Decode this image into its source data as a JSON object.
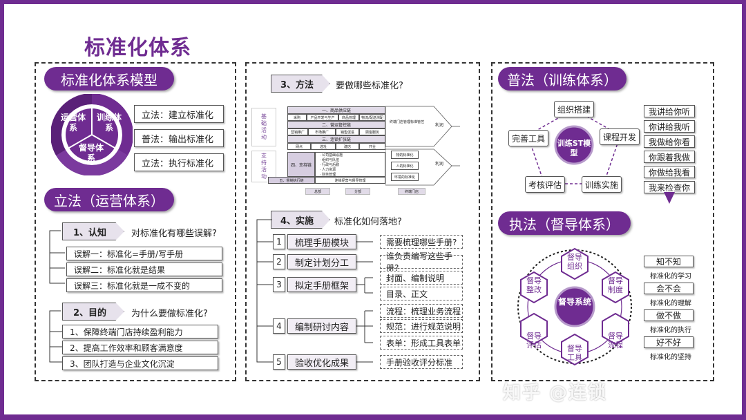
{
  "title": "标准化体系",
  "colors": {
    "accent": "#6f2c91",
    "light": "#e7e2ec"
  },
  "left": {
    "model_title": "标准化体系模型",
    "cycle": [
      "运营体系",
      "训练体系",
      "督导体系"
    ],
    "cycle_boxes": [
      "立法：建立标准化",
      "普法：输出标准化",
      "立法：执行标准化"
    ],
    "legislation_title": "立法（运营体系）",
    "step1": {
      "tag": "1、认知",
      "question": "对标准化有哪些误解?",
      "items": [
        "误解一：标准化=手册/写手册",
        "误解二：标准化就是结果",
        "误解三：标准化就是一成不变的"
      ]
    },
    "step2": {
      "tag": "2、目的",
      "question": "为什么要做标准化?",
      "items": [
        "1、保障终端门店持续盈利能力",
        "2、提高工作效率和顾客满意度",
        "3、团队打造与企业文化沉淀"
      ]
    }
  },
  "middle": {
    "step3": {
      "tag": "3、方法",
      "question": "要做哪些标准化?"
    },
    "diagram": {
      "side_labels": [
        "基础活动",
        "支持活动"
      ],
      "rows": [
        "一、商品供应链",
        "二、营运管控链",
        "三、连锁扩张链"
      ],
      "row1_cells": [
        "采购",
        "产品开发与生产",
        "商品管理",
        "物流/配送测配"
      ],
      "row2_cells": [
        "营销推广",
        "市场推广",
        "销售促进",
        "顾客服务"
      ],
      "row3_cells": [
        "网点",
        "选址",
        "建店",
        "开业"
      ],
      "support": "四、支持链",
      "support_items": [
        "· 公司基础设施",
        "· 组织与队伍",
        "· 行政与后勤",
        "· 人力资源",
        "· 财务管理"
      ],
      "row5": "五、督制执行链",
      "row5_text": "连锁经营与督导管理",
      "terminal": "终端门店管理标准管控",
      "side_items": [
        "物的标准化",
        "人的标准化",
        "环境的标准化"
      ],
      "profit": "利润",
      "bottom": [
        "总部",
        "分部",
        "终端门店"
      ]
    },
    "step4": {
      "tag": "4、实施",
      "question": "标准化如何落地?"
    },
    "steps": [
      {
        "num": "1",
        "label": "梳理手册模块",
        "details": [
          "需要梳理哪些手册?"
        ]
      },
      {
        "num": "2",
        "label": "制定计划分工",
        "details": [
          "谁负责编写这些手册?"
        ]
      },
      {
        "num": "3",
        "label": "拟定手册框架",
        "details": [
          "封面、编制说明",
          "目录、正文"
        ]
      },
      {
        "num": "4",
        "label": "编制研讨内容",
        "details": [
          "流程：梳理业务流程",
          "规范：进行规范说明",
          "表单：形成工具表单"
        ]
      },
      {
        "num": "5",
        "label": "验收优化成果",
        "details": [
          "手册验收评分标准"
        ]
      }
    ]
  },
  "right": {
    "training_title": "普法（训练体系）",
    "training_center": "训练ST模型",
    "training_nodes": [
      "组织搭建",
      "课程开发",
      "训练实施",
      "考核评估",
      "完善工具"
    ],
    "training_list": [
      "我讲给你听",
      "你讲给我听",
      "我做给你看",
      "你跟着我做",
      "你做给我看",
      "我来检查你"
    ],
    "supervision_title": "执法（督导体系）",
    "supervision_center": "督导系统",
    "supervision_nodes": [
      "督导组织",
      "督导制度",
      "督导流程",
      "督导工具",
      "督导评估",
      "督导整改"
    ],
    "supervision_list": [
      {
        "box": "知不知",
        "text": "标准化的学习"
      },
      {
        "box": "会不会",
        "text": "标准化的理解"
      },
      {
        "box": "做不做",
        "text": "标准化的执行"
      },
      {
        "box": "好不好",
        "text": "标准化的坚持"
      }
    ]
  },
  "watermark": "知乎 @连锁"
}
